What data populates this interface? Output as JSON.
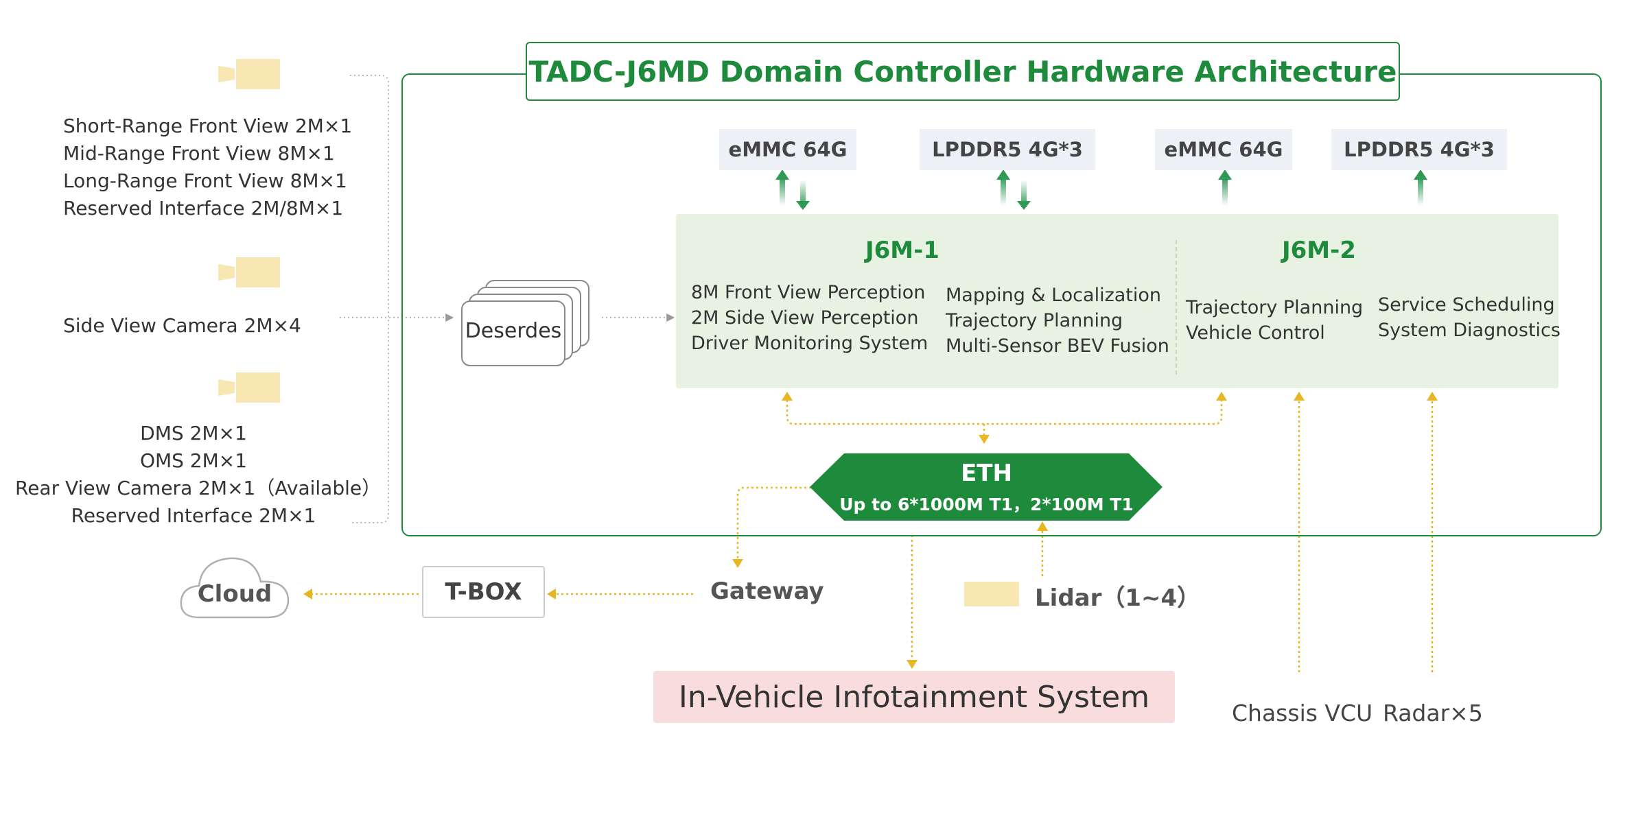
{
  "title": "TADC-J6MD Domain Controller Hardware Architecture",
  "cameras": {
    "front_group": [
      "Short-Range Front View 2M×1",
      "Mid-Range Front View 8M×1",
      "Long-Range Front View 8M×1",
      "Reserved Interface 2M/8M×1"
    ],
    "side_group": [
      "Side View Camera 2M×4"
    ],
    "cabin_group": [
      "DMS 2M×1",
      "OMS 2M×1",
      "Rear View Camera 2M×1（Available）",
      "Reserved Interface 2M×1"
    ]
  },
  "deserdes_label": "Deserdes",
  "memory": [
    "eMMC  64G",
    "LPDDR5  4G*3",
    "eMMC  64G",
    "LPDDR5  4G*3"
  ],
  "chips": [
    {
      "name": "J6M-1",
      "functions_col1": [
        "8M Front View Perception",
        "2M Side View Perception",
        "Driver Monitoring System"
      ],
      "functions_col2": [
        "Mapping & Localization",
        "Trajectory Planning",
        "Multi-Sensor BEV Fusion"
      ]
    },
    {
      "name": "J6M-2",
      "functions_col1": [
        "Trajectory Planning",
        "Vehicle Control"
      ],
      "functions_col2": [
        "Service Scheduling",
        "System Diagnostics"
      ]
    }
  ],
  "eth": {
    "label": "ETH",
    "sub": "Up to 6*1000M T1，2*100M T1"
  },
  "gateway": "Gateway",
  "tbox": "T-BOX",
  "cloud": "Cloud",
  "lidar": "Lidar（1~4）",
  "infotainment": "In-Vehicle Infotainment System",
  "chassis": "Chassis VCU",
  "radar": "Radar×5",
  "colors": {
    "accent_green": "#1e8a3c",
    "panel_green": "#e8f2e2",
    "memory_bg": "#edf1f6",
    "connector_yellow": "#e8b523",
    "camera_fill": "#f8e6b3",
    "infotainment_bg": "#f9dddd"
  }
}
